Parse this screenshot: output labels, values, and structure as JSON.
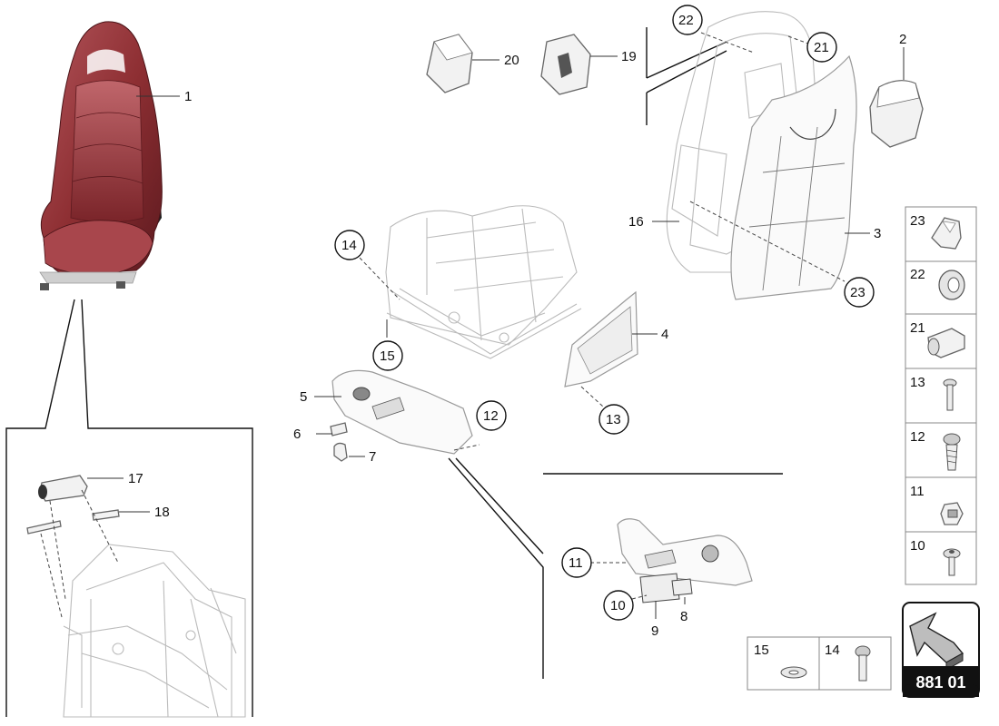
{
  "callouts": {
    "c1": "1",
    "c2": "2",
    "c3": "3",
    "c4": "4",
    "c5": "5",
    "c6": "6",
    "c7": "7",
    "c8": "8",
    "c9": "9",
    "c10": "10",
    "c11": "11",
    "c12": "12",
    "c13": "13",
    "c14": "14",
    "c15": "15",
    "c16": "16",
    "c17": "17",
    "c18": "18",
    "c19": "19",
    "c20": "20",
    "c21": "21",
    "c22": "22",
    "c23": "23"
  },
  "fastener_table": {
    "rows": [
      "23",
      "22",
      "21",
      "13",
      "12",
      "11",
      "10"
    ]
  },
  "bottom_table": {
    "cells": [
      "15",
      "14"
    ]
  },
  "page_ref": {
    "code": "881 01",
    "icon": "arrow-icon"
  },
  "colors": {
    "seat_leather": "#8e2f33",
    "seat_leather_light": "#b2545a",
    "seat_frame_dark": "#1e1e1e",
    "line": "#111111"
  }
}
